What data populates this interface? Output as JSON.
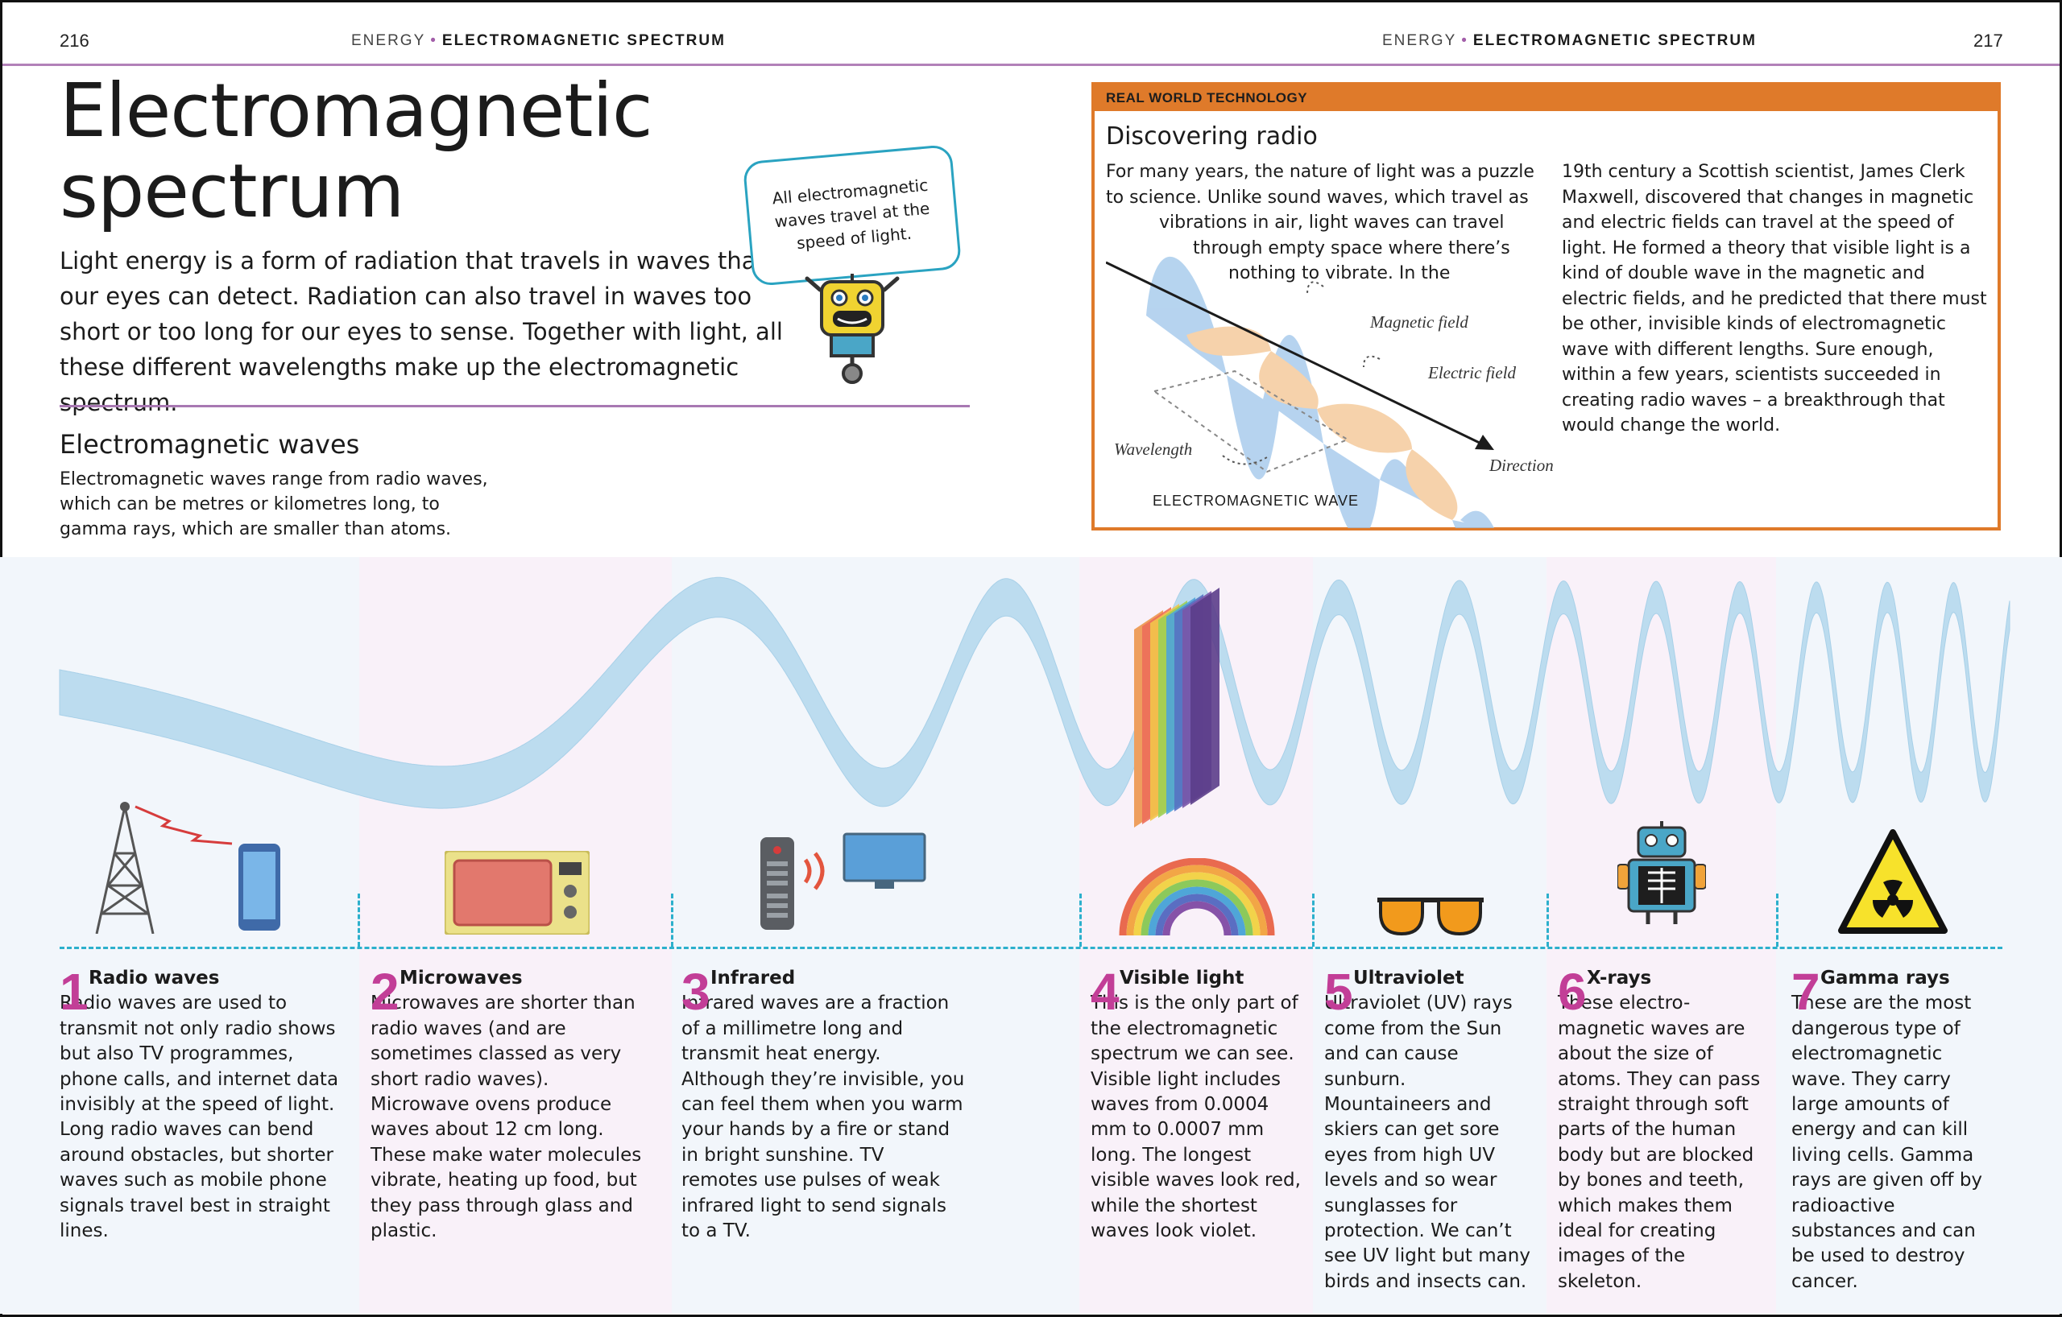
{
  "header": {
    "page_left": "216",
    "page_right": "217",
    "section": "ENERGY",
    "topic": "ELECTROMAGNETIC SPECTRUM"
  },
  "title": [
    "Electromagnetic",
    "spectrum"
  ],
  "intro": "Light energy is a form of radiation that travels in waves that our eyes can detect. Radiation can also travel in waves too short or too long for our eyes to sense. Together with light, all these different wavelengths make up the electromagnetic spectrum.",
  "bubble": "All electromagnetic waves travel at the speed of light.",
  "em_waves": {
    "heading": "Electromagnetic waves",
    "text": "Electromagnetic waves range from radio waves, which can be metres or kilometres long, to gamma rays, which are smaller than atoms."
  },
  "rwt": {
    "tag": "REAL WORLD TECHNOLOGY",
    "heading": "Discovering radio",
    "col1": [
      "For many years, the nature of light was a puzzle",
      "to science. Unlike sound waves, which travel as",
      "vibrations in air, light waves can travel",
      "through empty space where there’s",
      "nothing to vibrate. In the"
    ],
    "col2": "19th century a Scottish scientist, James Clerk Maxwell, discovered that changes in magnetic and electric fields can travel at the speed of light. He formed a theory that visible light is a kind of double wave in the magnetic and electric fields, and he predicted that there must be other, invisible kinds of electromagnetic wave with different lengths. Sure enough, within a few years, scientists succeeded in creating radio waves – a breakthrough that would change the world.",
    "diagram": {
      "magnetic": "Magnetic field",
      "electric": "Electric field",
      "wavelength": "Wavelength",
      "direction": "Direction",
      "caption": "ELECTROMAGNETIC WAVE"
    }
  },
  "spectrum": [
    {
      "num": "1",
      "label": "Radio waves",
      "text": "Radio waves are used to transmit not only radio shows but also TV programmes, phone calls, and internet data invisibly at the speed of light. Long radio waves can bend around obstacles, but shorter waves such as mobile phone signals travel best in straight lines."
    },
    {
      "num": "2",
      "label": "Microwaves",
      "text": "Microwaves are shorter than radio waves (and are sometimes classed as very short radio waves). Microwave ovens produce waves about 12 cm long. These make water molecules vibrate, heating up food, but they pass through glass and plastic."
    },
    {
      "num": "3",
      "label": "Infrared",
      "text": "Infrared waves are a fraction of a millimetre long and transmit heat energy. Although they’re invisible, you can feel them when you warm your hands by a fire or stand in bright sunshine. TV remotes use pulses of weak infrared light to send signals to a TV."
    },
    {
      "num": "4",
      "label": "Visible light",
      "text": "This is the only part of the electromagnetic spectrum we can see. Visible light includes waves from 0.0004 mm to 0.0007 mm long. The longest visible waves look red, while the shortest waves look violet."
    },
    {
      "num": "5",
      "label": "Ultraviolet",
      "text": "Ultraviolet (UV) rays come from the Sun and can cause sunburn. Mountaineers and skiers can get sore eyes from high UV levels and so wear sunglasses for protection. We can’t see UV light but many birds and insects can."
    },
    {
      "num": "6",
      "label": "X-rays",
      "text": "These electro-magnetic waves are about the size of atoms. They can pass straight through soft parts of the human body but are blocked by bones and teeth, which makes them ideal for creating images of the skeleton."
    },
    {
      "num": "7",
      "label": "Gamma rays",
      "text": "These are the most dangerous type of electromagnetic wave. They carry large amounts of energy and can kill living cells. Gamma rays are given off by radioactive substances and can be used to destroy cancer."
    }
  ],
  "colors": {
    "accent_purple": "#a25ea9",
    "number_magenta": "#c23e97",
    "box_orange": "#df7a2a",
    "dash_cyan": "#2cb0cc",
    "wave_blue": "#bcdcef"
  }
}
